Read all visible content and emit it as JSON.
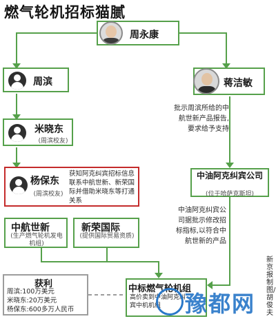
{
  "title": "燃气轮机招标猫腻",
  "people": {
    "zhou_yongkang": "周永康",
    "zhou_bin": "周滨",
    "jiang_jiemin": "蒋洁敏",
    "mi_xiaodong": "米晓东",
    "mi_xiaodong_sub": "(周滨校友)",
    "yang_baodong": "杨保东",
    "yang_baodong_sub": "(周滨校友)"
  },
  "notes": {
    "approval": "批示周滨所给的中航世新产品报告,要求给予支持",
    "bid_info": "获知阿克纠宾招标信息联系中航世新、新荣国际并借助米晓东等打通关系",
    "modify": "中油阿克纠宾公司据批示修改招标指标,以符合中航世新的产品"
  },
  "orgs": {
    "cnpc_aktobe": "中油阿克纠宾公司",
    "cnpc_aktobe_sub": "(位于哈萨克斯坦)",
    "avic_shixin": "中航世新",
    "avic_shixin_sub": "(生产燃气轮机发电机组)",
    "xinrong": "新荣国际",
    "xinrong_sub": "(提供国际贸易资质)",
    "turbine": "中标燃气轮机组",
    "turbine_sub": "高价卖到中油阿克纠宾中机机组"
  },
  "profit": {
    "title": "获利",
    "items": [
      "周滨:100万美元",
      "米晓东:20万美元",
      "杨保东:600多万人民币"
    ]
  },
  "side_text": "新京报制图/胡俊夫",
  "watermark": "豫都网",
  "colors": {
    "green": "#55a04a",
    "red": "#c42a2a",
    "gray": "#9c9c9c",
    "watermark": "#2a78c8"
  }
}
